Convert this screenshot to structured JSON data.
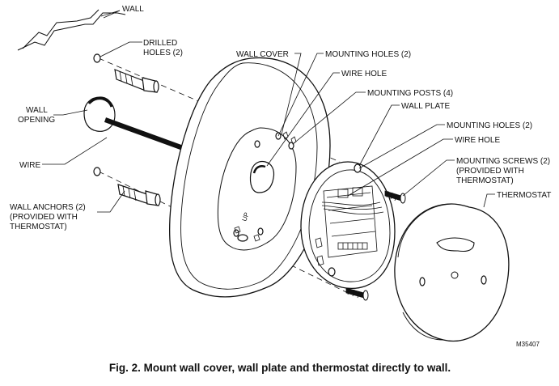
{
  "labels": {
    "wall": "WALL",
    "drilled_holes_1": "DRILLED",
    "drilled_holes_2": "HOLES (2)",
    "wall_opening_1": "WALL",
    "wall_opening_2": "OPENING",
    "wire_left": "WIRE",
    "wall_anchors_1": "WALL ANCHORS (2)",
    "wall_anchors_2": "(PROVIDED WITH",
    "wall_anchors_3": "THERMOSTAT)",
    "wall_cover": "WALL COVER",
    "mounting_holes_cover": "MOUNTING HOLES (2)",
    "wire_hole_cover": "WIRE HOLE",
    "mounting_posts": "MOUNTING POSTS (4)",
    "wall_plate": "WALL PLATE",
    "mounting_holes_plate": "MOUNTING HOLES (2)",
    "wire_hole_plate": "WIRE HOLE",
    "mounting_screws_1": "MOUNTING SCREWS (2)",
    "mounting_screws_2": "(PROVIDED WITH",
    "mounting_screws_3": "THERMOSTAT)",
    "thermostat": "THERMOSTAT",
    "cover_mark": "UP"
  },
  "figure_code": "M35407",
  "caption": "Fig. 2. Mount wall cover, wall plate and thermostat directly to wall."
}
